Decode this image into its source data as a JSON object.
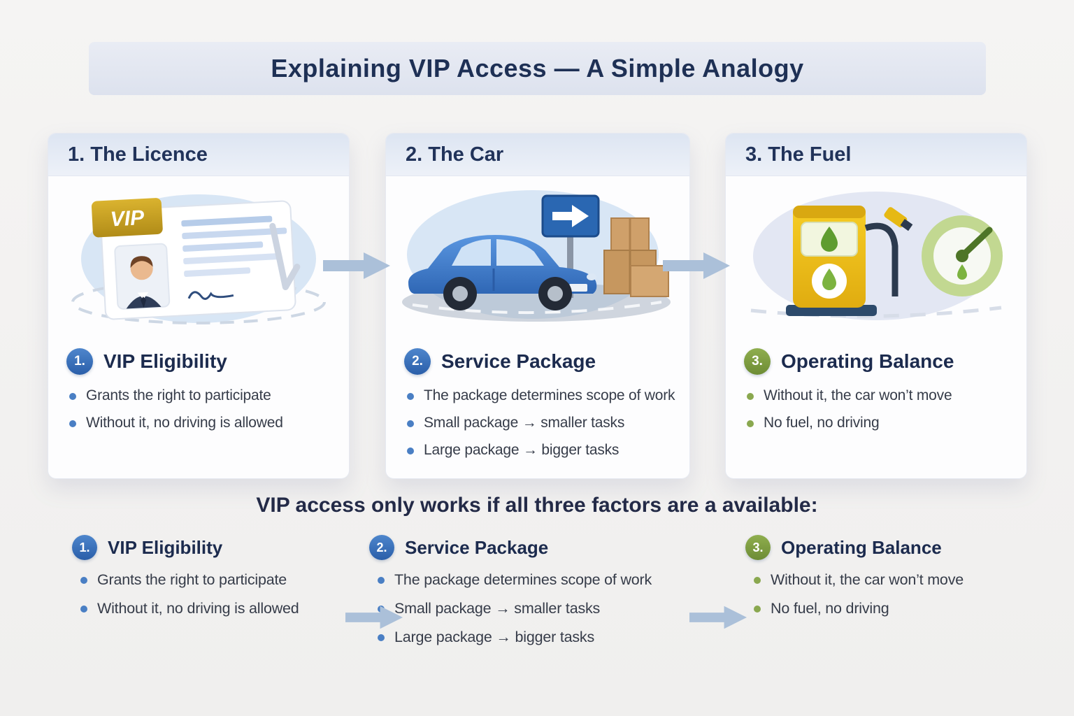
{
  "title": "Explaining VIP Access — A Simple Analogy",
  "vip_badge_label": "VIP",
  "cards": [
    {
      "header": "1. The Licence",
      "badge": "1.",
      "subtitle": "VIP Eligibility",
      "bullets": [
        "Grants the right to participate",
        "Without it, no driving is allowed"
      ]
    },
    {
      "header": "2. The Car",
      "badge": "2.",
      "subtitle": "Service Package",
      "bullets": [
        "The package determines scope of work",
        "Small package → smaller tasks",
        "Large package → bigger tasks"
      ]
    },
    {
      "header": "3. The Fuel",
      "badge": "3.",
      "subtitle": "Operating Balance",
      "bullets": [
        "Without it, the car won’t move",
        "No fuel, no driving"
      ]
    }
  ],
  "summary": {
    "heading": "VIP access only works if all three factors are a available:",
    "columns": [
      {
        "badge": "1.",
        "title": "VIP Eligibility",
        "bullets": [
          "Grants the right to participate",
          "Without it, no driving is allowed"
        ]
      },
      {
        "badge": "2.",
        "title": "Service Package",
        "bullets": [
          "The package determines scope of work",
          "Small package → smaller tasks",
          "Large package → bigger tasks"
        ]
      },
      {
        "badge": "3.",
        "title": "Operating Balance",
        "bullets": [
          "Without it, the car won’t move",
          "No fuel, no driving"
        ]
      }
    ]
  },
  "illustrations": {
    "licence": "vip-id-card-with-photo-and-signature",
    "car": "blue-sedan-road-sign-and-cardboard-boxes",
    "fuel": "yellow-fuel-pump-and-green-gauge"
  },
  "colors": {
    "accent_blue": "#2f6cb5",
    "accent_green": "#7d9c3f",
    "heading_navy": "#21335a",
    "arrow": "#abc0d9",
    "gold": "#c9a22b",
    "card_header_bg": "#dde5f2"
  }
}
